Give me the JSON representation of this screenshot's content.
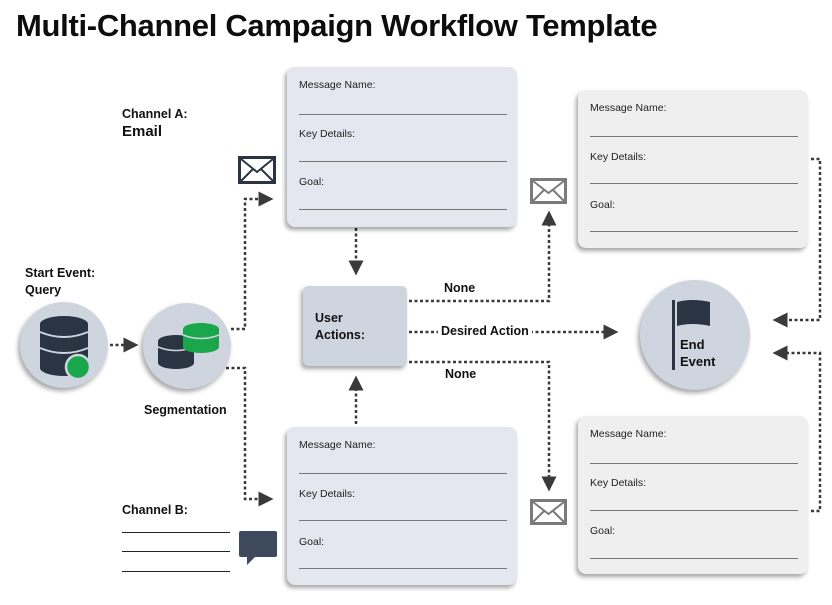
{
  "title": "Multi-Channel Campaign Workflow Template",
  "start_event": {
    "label_line1": "Start Event:",
    "label_line2": "Query",
    "icon": "database-icon"
  },
  "segmentation": {
    "label": "Segmentation",
    "icon": "segmented-databases-icon"
  },
  "channel_a": {
    "label_line1": "Channel A:",
    "label_line2": "Email",
    "icon": "email-icon"
  },
  "channel_b": {
    "label": "Channel B:",
    "blank_lines": 3,
    "icon": "chat-bubble-icon"
  },
  "user_actions": {
    "label_line1": "User",
    "label_line2": "Actions:"
  },
  "edges": {
    "none_top": "None",
    "desired_action": "Desired Action",
    "none_bottom": "None"
  },
  "end_event": {
    "label_line1": "End",
    "label_line2": "Event",
    "icon": "flag-icon"
  },
  "message_cards": [
    {
      "id": "channel-a-initial",
      "message_name": "Message Name:",
      "key_details": "Key Details:",
      "goal": "Goal:"
    },
    {
      "id": "channel-a-followup",
      "message_name": "Message Name:",
      "key_details": "Key Details:",
      "goal": "Goal:"
    },
    {
      "id": "channel-b-initial",
      "message_name": "Message Name:",
      "key_details": "Key Details:",
      "goal": "Goal:"
    },
    {
      "id": "channel-b-followup",
      "message_name": "Message Name:",
      "key_details": "Key Details:",
      "goal": "Goal:"
    }
  ],
  "colors": {
    "accent_green": "#1aa64a",
    "icon_dark": "#2b3442",
    "node_fill": "#cfd5df",
    "card_blue": "#e4e7ef",
    "card_gray": "#efefef",
    "connector": "#3a3a3a"
  }
}
